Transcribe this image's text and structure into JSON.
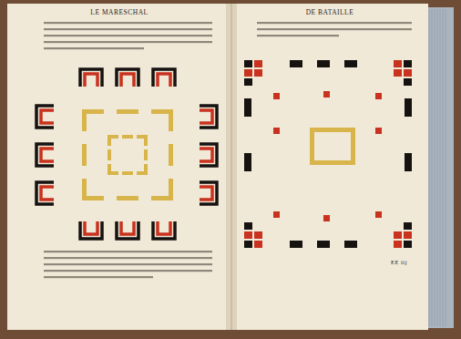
{
  "diagram": {
    "labels": [
      "LE MARESCHAL",
      "DE BATAILLE",
      "EE iij"
    ]
  }
}
